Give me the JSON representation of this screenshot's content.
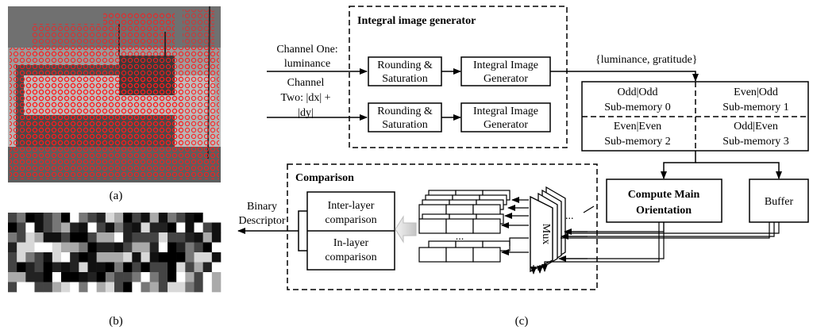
{
  "captions": {
    "a": "(a)",
    "b": "(b)",
    "c": "(c)"
  },
  "inputs": {
    "channel_one_line1": "Channel One:",
    "channel_one_line2": "luminance",
    "channel_two_line1": "Channel",
    "channel_two_line2": "Two: |dx| +",
    "channel_two_line3": "|dy|"
  },
  "integral_group": {
    "title": "Integral image generator",
    "rounding_line1": "Rounding &",
    "rounding_line2": "Saturation",
    "generator_line1": "Integral Image",
    "generator_line2": "Generator"
  },
  "data_label": "{luminance, gratitude}",
  "memory": {
    "q0_line1": "Odd|Odd",
    "q0_line2": "Sub-memory 0",
    "q1_line1": "Even|Odd",
    "q1_line2": "Sub-memory 1",
    "q2_line1": "Even|Even",
    "q2_line2": "Sub-memory 2",
    "q3_line1": "Odd|Even",
    "q3_line2": "Sub-memory 3"
  },
  "orientation": {
    "line1": "Compute Main",
    "line2": "Orientation"
  },
  "buffer": "Buffer",
  "comparison": {
    "title": "Comparison",
    "inter_line1": "Inter-layer",
    "inter_line2": "comparison",
    "in_line1": "In-layer",
    "in_line2": "comparison"
  },
  "output": {
    "line1": "Binary",
    "line2": "Descriptor"
  },
  "mux": "Mux",
  "ellipsis": "..."
}
